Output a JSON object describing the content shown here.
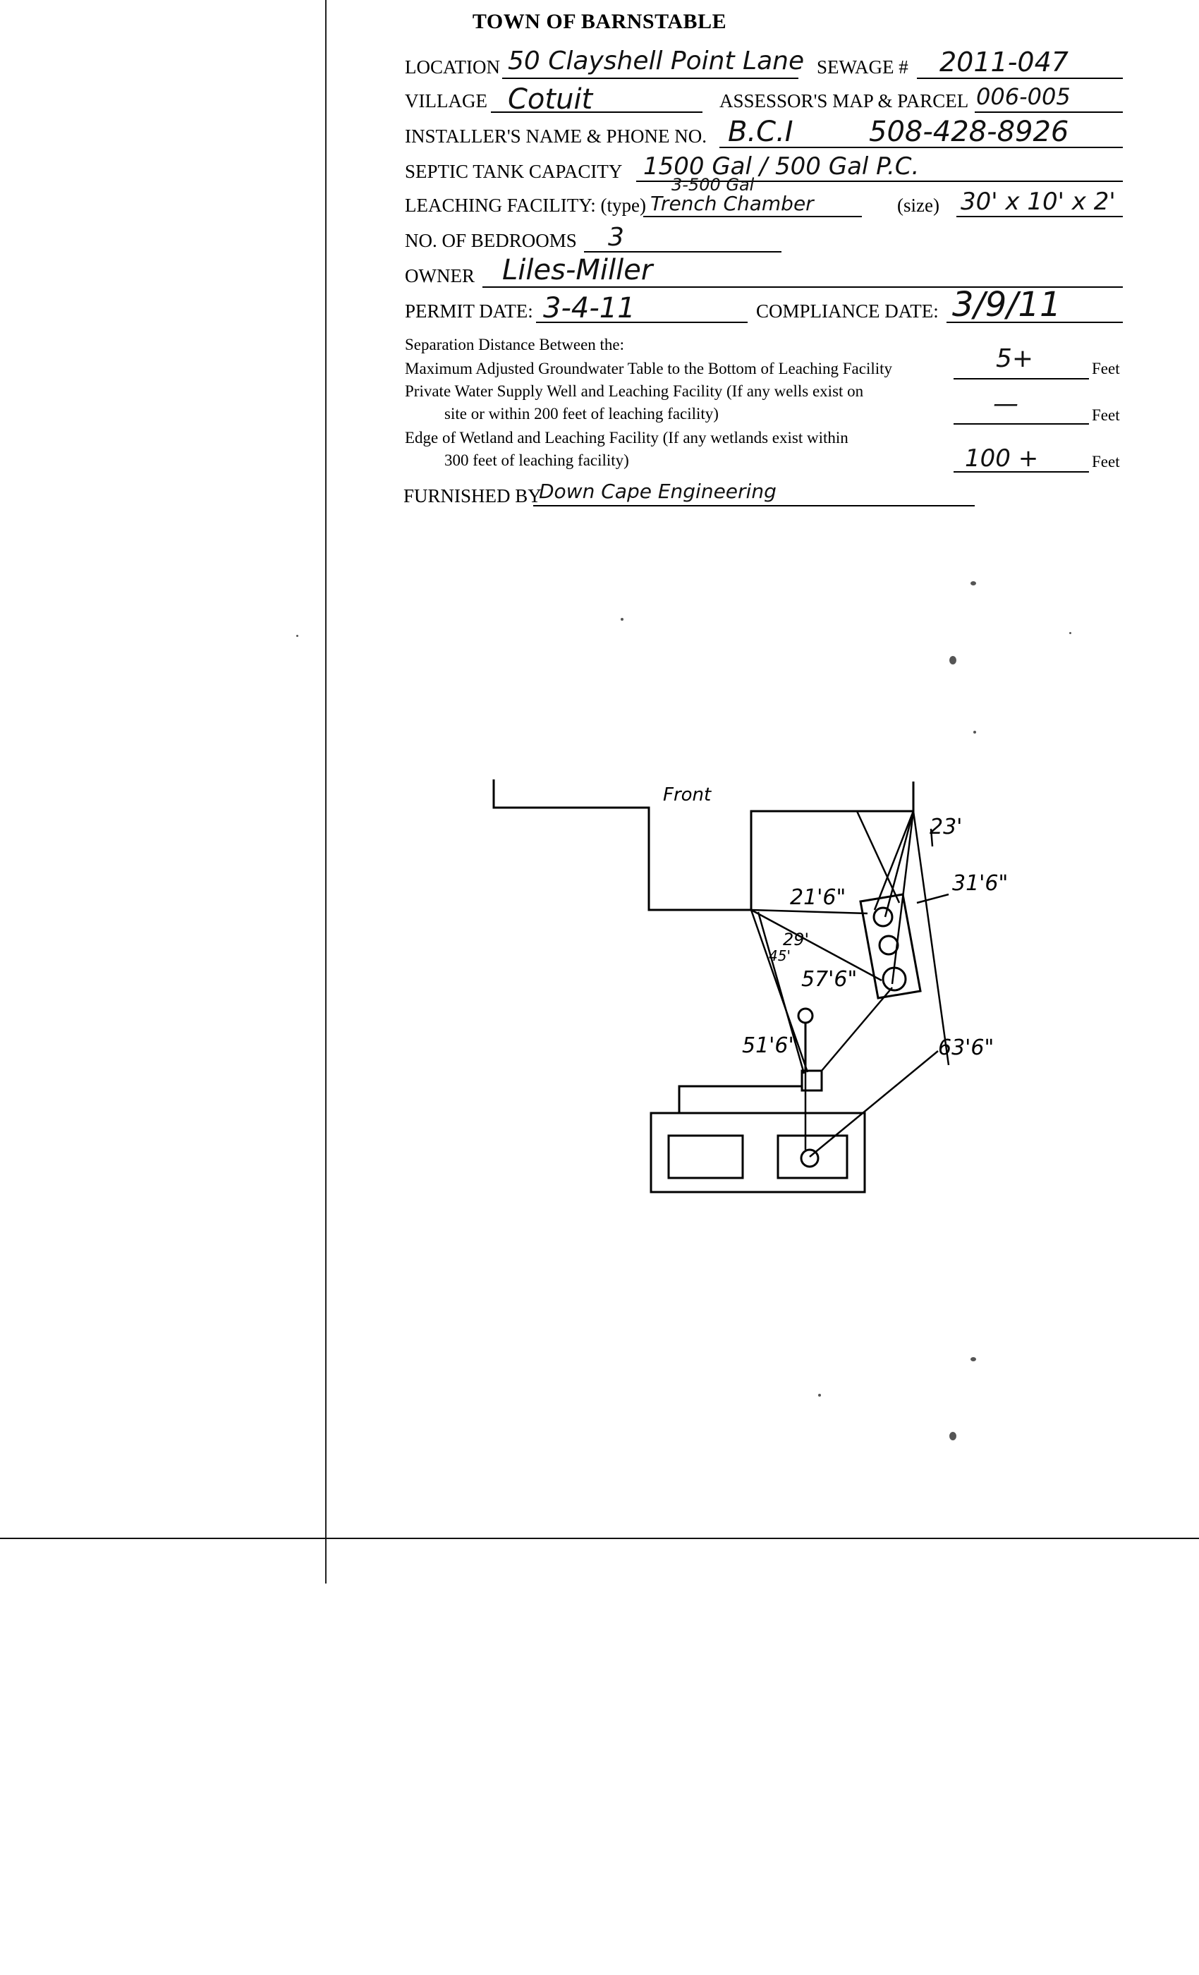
{
  "header": {
    "title": "TOWN OF BARNSTABLE"
  },
  "form": {
    "location_label": "LOCATION",
    "location_value": "50 Clayshell Point Lane",
    "sewage_label": "SEWAGE #",
    "sewage_value": "2011-047",
    "village_label": "VILLAGE",
    "village_value": "Cotuit",
    "map_label": "ASSESSOR'S MAP & PARCEL",
    "map_value": "006-005",
    "installer_label": "INSTALLER'S NAME & PHONE NO.",
    "installer_name": "B.C.I",
    "installer_phone": "508-428-8926",
    "tank_label": "SEPTIC TANK CAPACITY",
    "tank_value": "1500 Gal / 500 Gal P.C.",
    "leach_label": "LEACHING FACILITY: (type)",
    "leach_type": "Trench Chamber",
    "leach_type_note": "3-500 Gal",
    "leach_size_label": "(size)",
    "leach_size": "30' x 10' x 2'",
    "bedrooms_label": "NO. OF BEDROOMS",
    "bedrooms_value": "3",
    "owner_label": "OWNER",
    "owner_value": "Liles-Miller",
    "permit_label": "PERMIT DATE:",
    "permit_value": "3-4-11",
    "compliance_label": "COMPLIANCE DATE:",
    "compliance_value": "3/9/11",
    "sep_heading": "Separation Distance Between the:",
    "sep1_label": "Maximum Adjusted Groundwater Table to the Bottom of Leaching Facility",
    "sep1_value": "5+",
    "sep2_label_a": "Private Water Supply Well and Leaching Facility (If any wells exist on",
    "sep2_label_b": "site or within 200 feet of leaching facility)",
    "sep2_value": "—",
    "sep3_label_a": "Edge of Wetland and Leaching Facility (If any wetlands exist within",
    "sep3_label_b": "300 feet of leaching facility)",
    "sep3_value": "100 +",
    "feet_unit": "Feet",
    "furnished_label": "FURNISHED BY",
    "furnished_value": "Down Cape Engineering"
  },
  "sketch": {
    "front_label": "Front",
    "dim_23": "23'",
    "dim_31": "31'6\"",
    "dim_21": "21'6\"",
    "dim_29": "29'",
    "dim_45": "45'",
    "dim_57": "57'6\"",
    "dim_51": "51'6\"",
    "dim_63": "63'6\""
  }
}
